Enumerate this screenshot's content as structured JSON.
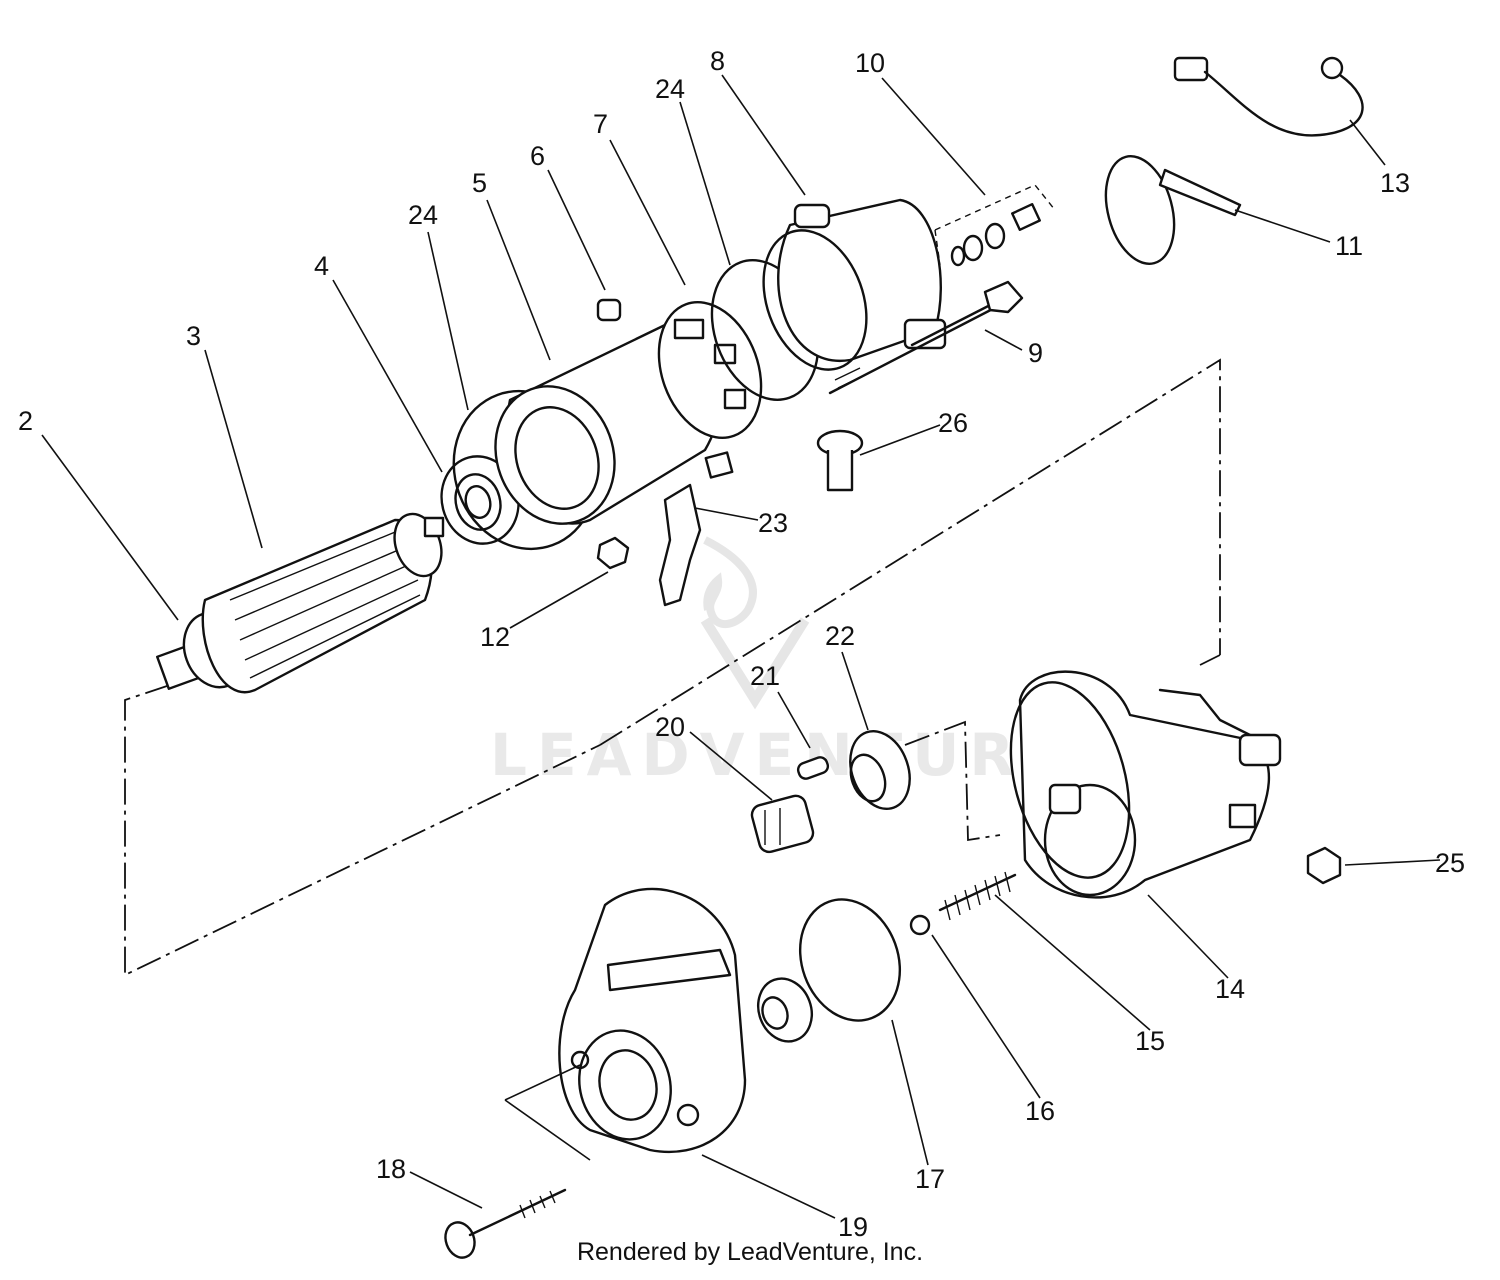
{
  "diagram": {
    "callouts": [
      "2",
      "3",
      "4",
      "24",
      "5",
      "6",
      "7",
      "24",
      "8",
      "10",
      "13",
      "11",
      "9",
      "26",
      "23",
      "12",
      "22",
      "21",
      "20",
      "25",
      "14",
      "15",
      "16",
      "17",
      "18",
      "19"
    ],
    "watermark": "LEADVENTURE",
    "footer": "Rendered by LeadVenture, Inc."
  }
}
